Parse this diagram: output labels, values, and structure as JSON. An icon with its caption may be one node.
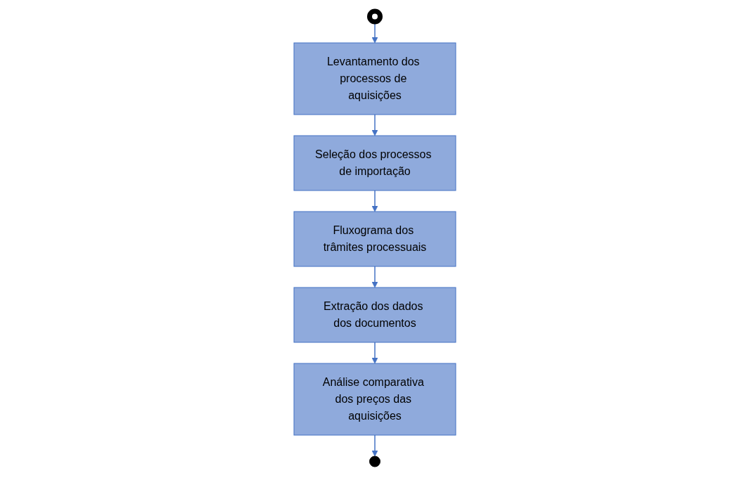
{
  "diagram": {
    "nodes": [
      {
        "text": [],
        "shape": "circle"
      },
      {
        "text": [
          "Levantamento dos processos de aquisições"
        ]
      },
      {
        "text": [
          "Seleção dos processos de importação"
        ]
      },
      {
        "text": [
          "Fluxograma dos trâmites processuais"
        ]
      },
      {
        "text": [
          "Extração dos dados dos documentos"
        ]
      },
      {
        "text": [
          "Análise comparativa dos preços das aquisições"
        ]
      },
      {
        "text": [],
        "shape": "circle"
      }
    ],
    "edges": [
      {
        "from": 0,
        "to": 1,
        "arrow": "to"
      },
      {
        "from": 1,
        "to": 2,
        "arrow": "to"
      },
      {
        "from": 2,
        "to": 3,
        "arrow": "to"
      },
      {
        "from": 3,
        "to": 4,
        "arrow": "to"
      },
      {
        "from": 4,
        "to": 5,
        "arrow": "to"
      },
      {
        "from": 5,
        "to": 6,
        "arrow": "to"
      }
    ]
  }
}
